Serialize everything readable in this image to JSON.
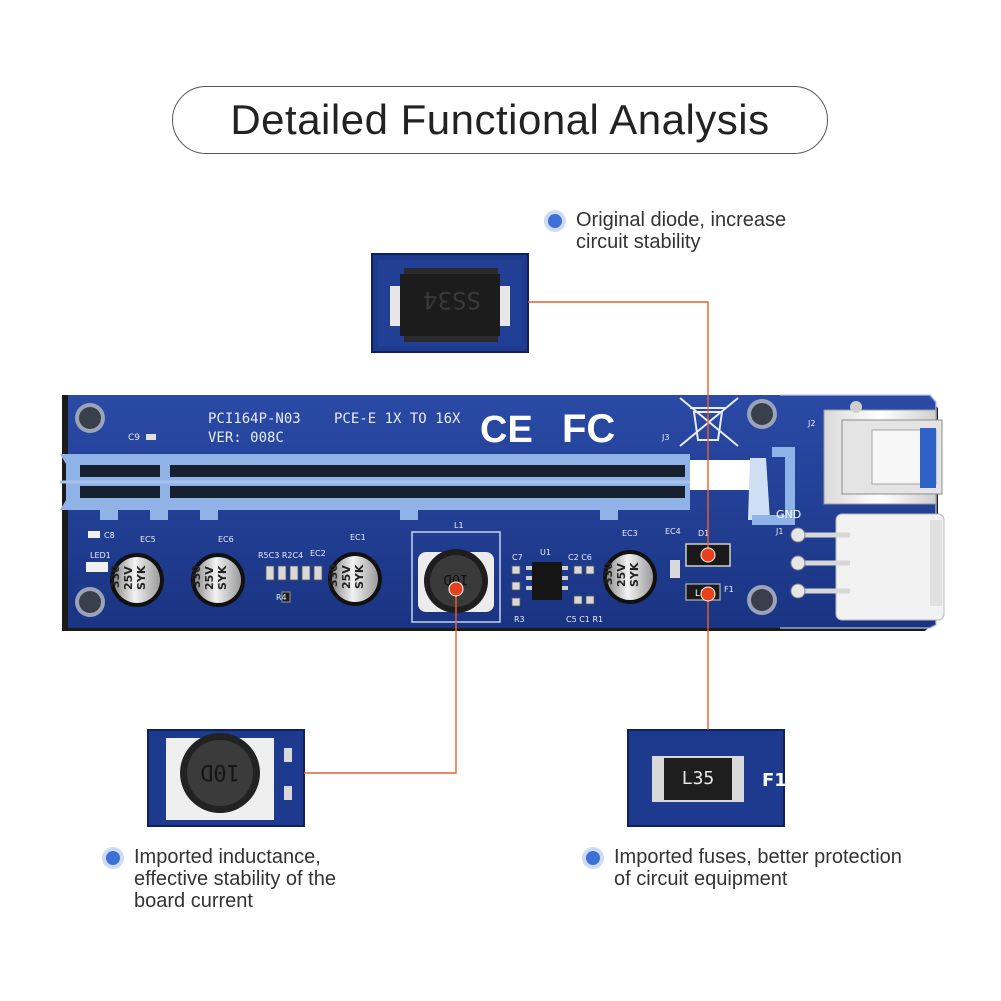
{
  "title": "Detailed Functional Analysis",
  "board": {
    "model_line1": "PCI164P-N03",
    "model_line2": "VER: 008C",
    "pcie_text": "PCE-E 1X TO 16X",
    "ce_mark": "CE",
    "fcc_mark": "FC",
    "slot_label": "J3",
    "usb_label": "J2",
    "power_label": "J1",
    "gnd_label": "GND",
    "capacitor_text": [
      "330",
      "25V",
      "SYK"
    ],
    "component_labels": {
      "c9": "C9",
      "c8": "C8",
      "led1": "LED1",
      "ec5": "EC5",
      "ec6": "EC6",
      "r5c3r2c4": "R5C3 R2C4",
      "ec2": "EC2",
      "r4": "R4",
      "ec1": "EC1",
      "l1": "L1",
      "c7": "C7",
      "u1": "U1",
      "c2c6": "C2 C6",
      "r3": "R3",
      "c5c1r1": "C5 C1 R1",
      "ec3": "EC3",
      "ec4": "EC4",
      "d1": "D1",
      "f1": "F1",
      "fuse": "L35",
      "inductor": "10D"
    }
  },
  "insets": {
    "diode_marking": "SS34",
    "inductor_marking": "10D",
    "fuse_marking": "L35",
    "fuse_ref": "F1"
  },
  "callouts": {
    "diode": [
      "Original diode, increase",
      "circuit stability"
    ],
    "inductor": [
      "Imported inductance,",
      "effective stability of the",
      "board current"
    ],
    "fuse": [
      "Imported fuses, better protection",
      "of circuit equipment"
    ]
  },
  "colors": {
    "pcb": "#1d3a8f",
    "slot": "#8fb3e6",
    "leader_line": "#e8602c",
    "marker": "#e8401c",
    "bullet": "#3d6fd6"
  }
}
